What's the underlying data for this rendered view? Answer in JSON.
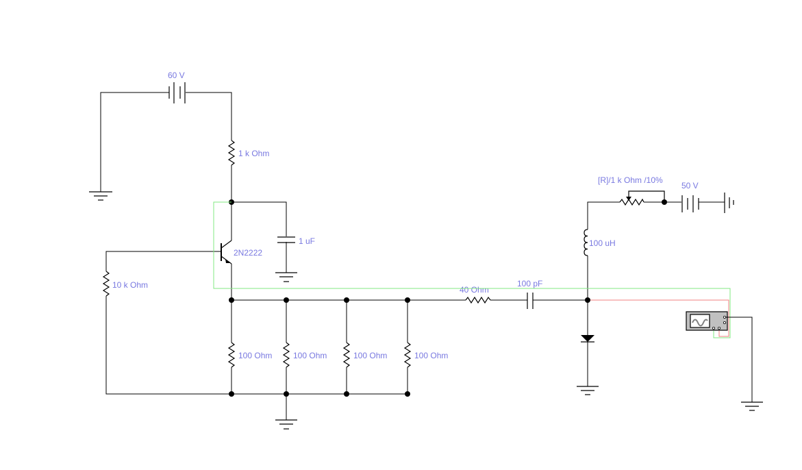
{
  "schematic": {
    "components": {
      "battery_main": {
        "label": "60 V"
      },
      "collector_resistor": {
        "label": "1 k Ohm"
      },
      "bypass_capacitor": {
        "label": "1 uF"
      },
      "transistor": {
        "label": "2N2222"
      },
      "base_resistor": {
        "label": "10 k Ohm"
      },
      "load_resistor_1": {
        "label": "100  Ohm"
      },
      "load_resistor_2": {
        "label": "100  Ohm"
      },
      "load_resistor_3": {
        "label": "100  Ohm"
      },
      "load_resistor_4": {
        "label": "100  Ohm"
      },
      "series_resistor": {
        "label": "40  Ohm"
      },
      "coupling_capacitor": {
        "label": "100 pF"
      },
      "inductor": {
        "label": "100 uH"
      },
      "potentiometer": {
        "label": "[R]/1 k Ohm /10%"
      },
      "battery_bias": {
        "label": "50 V"
      },
      "oscilloscope": {
        "icon": "oscilloscope-icon"
      }
    },
    "colors": {
      "wire": "#000000",
      "probe_a": "#80e880",
      "probe_b": "#f08080",
      "label": "#7878e0"
    }
  }
}
